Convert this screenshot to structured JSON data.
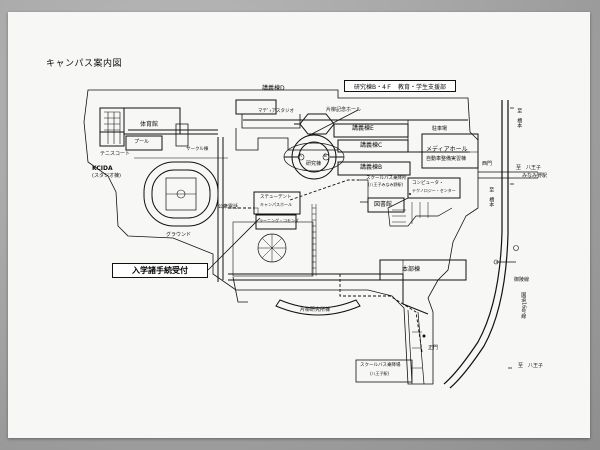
{
  "map": {
    "title": "キャンパス案内図",
    "callout_label": "入学諸手続受付",
    "labels": {
      "lecture_d": "講義棟D",
      "research_b4f": "研究棟B・4Ｆ　教育・学生支援部",
      "media_studio": "マテﾞｨアスタジオ",
      "memorial_hall": "片柳記念ホール",
      "lecture_e": "講義棟E",
      "parking": "駐車場",
      "lecture_c": "講義棟C",
      "media_hall": "メディアホール",
      "auto_center": "自動車整備実習棟",
      "gym": "体育館",
      "pool": "プール",
      "tennis": "テニスコート",
      "club_house": "サークル棟",
      "kcida": "KCIDA",
      "kcida_sub": "(スタジオ棟)",
      "ground": "グラウンド",
      "research_bldg": "研究棟",
      "a_mark": "A",
      "b_mark": "B",
      "lecture_b": "講義棟B",
      "bus_stop_north": "スクールバス乗降所",
      "bus_stop_north_sub": "(八王子みなみ野駅)",
      "library": "図書館",
      "computer_center": "コンピュータ・",
      "computer_center_sub": "テクノロジー・センター",
      "public_phone": "公衆電話",
      "students_cafe": "ステューデント",
      "students_cafe_sub": "キャンパスホール",
      "cafeteria": "ラーニング・コモンズ",
      "main_bldg": "本部棟",
      "katayanagi_lab": "片柳研究所棟",
      "main_gate": "正門",
      "bus_stop_south": "スクールバス乗降場",
      "bus_stop_south_sub": "(八王子駅)",
      "west_gate": "西門",
      "to_hashimoto_1": "至　橋本",
      "to_hashimoto_2": "至　橋本",
      "to_hachioji_minamino": "至　八王子",
      "hachioji_minamino_sub": "みなみ野駅",
      "to_hachioji": "至　八王子",
      "imperial_tomb": "御陵線",
      "national_route": "国道16号線"
    }
  }
}
